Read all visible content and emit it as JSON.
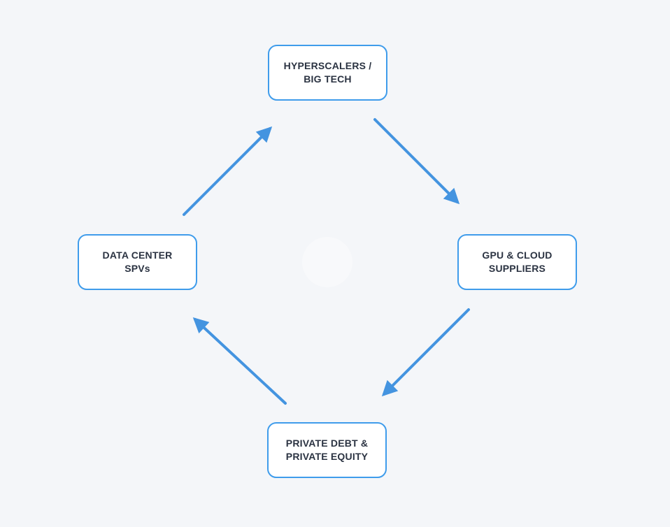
{
  "canvas": {
    "background_color": "#f4f6f9",
    "watermark_circle_color": "#f8f9fb"
  },
  "diagram": {
    "type": "cycle-flow",
    "flow_direction": "clockwise",
    "colors": {
      "box_border": "#3f9ceb",
      "box_fill": "#ffffff",
      "text": "#2b3342",
      "arrow": "#4494e0"
    },
    "nodes": [
      {
        "id": "hyperscalers-big-tech",
        "position": "top",
        "label": "HYPERSCALERS / BIG TECH",
        "label_lines": [
          "HYPERSCALERS /",
          "BIG TECH"
        ]
      },
      {
        "id": "gpu-cloud-suppliers",
        "position": "right",
        "label": "GPU & CLOUD SUPPLIERS",
        "label_lines": [
          "GPU & CLOUD",
          "SUPPLIERS"
        ]
      },
      {
        "id": "private-debt-equity",
        "position": "bottom",
        "label": "PRIVATE DEBT & PRIVATE EQUITY",
        "label_lines": [
          "PRIVATE DEBT &",
          "PRIVATE EQUITY"
        ]
      },
      {
        "id": "data-center-spvs",
        "position": "left",
        "label": "DATA CENTER SPVs",
        "label_lines": [
          "DATA CENTER",
          "SPVs"
        ]
      }
    ],
    "edges": [
      {
        "from": "data-center-spvs",
        "to": "hyperscalers-big-tech",
        "direction": "up-right"
      },
      {
        "from": "hyperscalers-big-tech",
        "to": "gpu-cloud-suppliers",
        "direction": "down-right"
      },
      {
        "from": "gpu-cloud-suppliers",
        "to": "private-debt-equity",
        "direction": "down-left"
      },
      {
        "from": "private-debt-equity",
        "to": "data-center-spvs",
        "direction": "up-left"
      }
    ]
  }
}
